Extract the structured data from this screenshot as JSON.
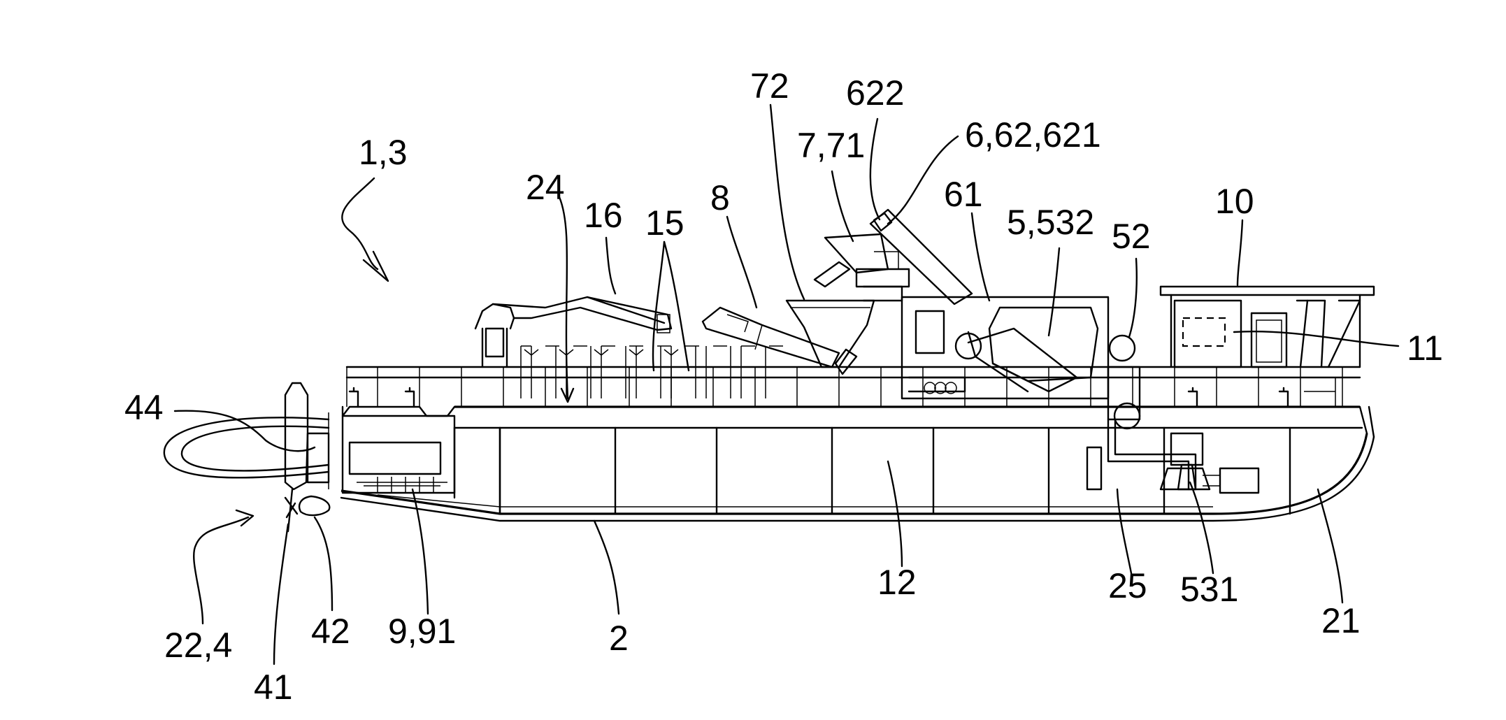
{
  "figure": {
    "labels": {
      "l_1_3": "1,3",
      "l_24": "24",
      "l_16": "16",
      "l_15": "15",
      "l_8": "8",
      "l_72": "72",
      "l_7_71": "7,71",
      "l_622": "622",
      "l_6_62_621": "6,62,621",
      "l_61": "61",
      "l_5_532": "5,532",
      "l_52": "52",
      "l_10": "10",
      "l_11": "11",
      "l_44": "44",
      "l_22_4": "22,4",
      "l_41": "41",
      "l_42": "42",
      "l_9_91": "9,91",
      "l_2": "2",
      "l_12": "12",
      "l_25": "25",
      "l_531": "531",
      "l_21": "21"
    }
  }
}
